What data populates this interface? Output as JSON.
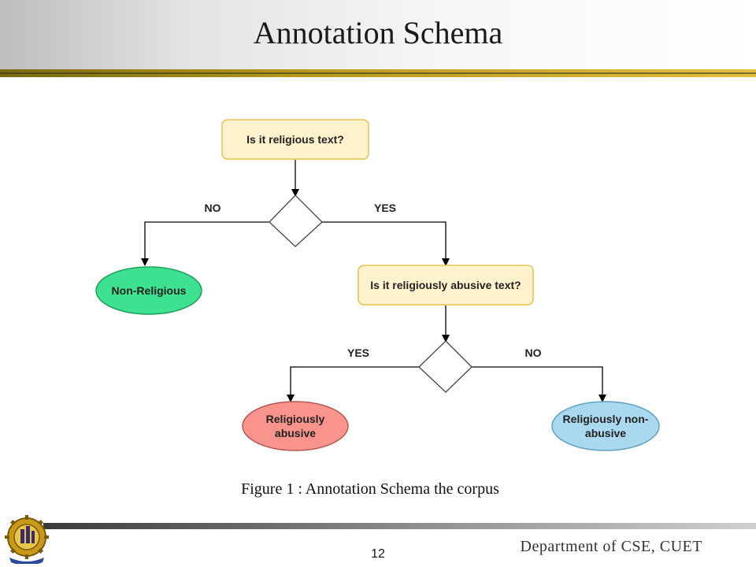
{
  "slide": {
    "title": "Annotation Schema",
    "caption": "Figure 1 : Annotation Schema the corpus",
    "page_number": "12",
    "department": "Department of CSE, CUET"
  },
  "diagram": {
    "nodes": {
      "q1": "Is it religious text?",
      "q2": "Is it religiously abusive text?",
      "non_religious": "Non-Religious",
      "abusive_line1": "Religiously",
      "abusive_line2": "abusive",
      "non_abusive_line1": "Religiously non-",
      "non_abusive_line2": "abusive"
    },
    "edge_labels": {
      "d1_left": "NO",
      "d1_right": "YES",
      "d2_left": "YES",
      "d2_right": "NO"
    },
    "colors": {
      "question_fill": "#fff2cc",
      "question_stroke": "#e6c24e",
      "non_religious_fill": "#3ee18f",
      "abusive_fill": "#f8948c",
      "non_abusive_fill": "#a9d8ef"
    }
  }
}
